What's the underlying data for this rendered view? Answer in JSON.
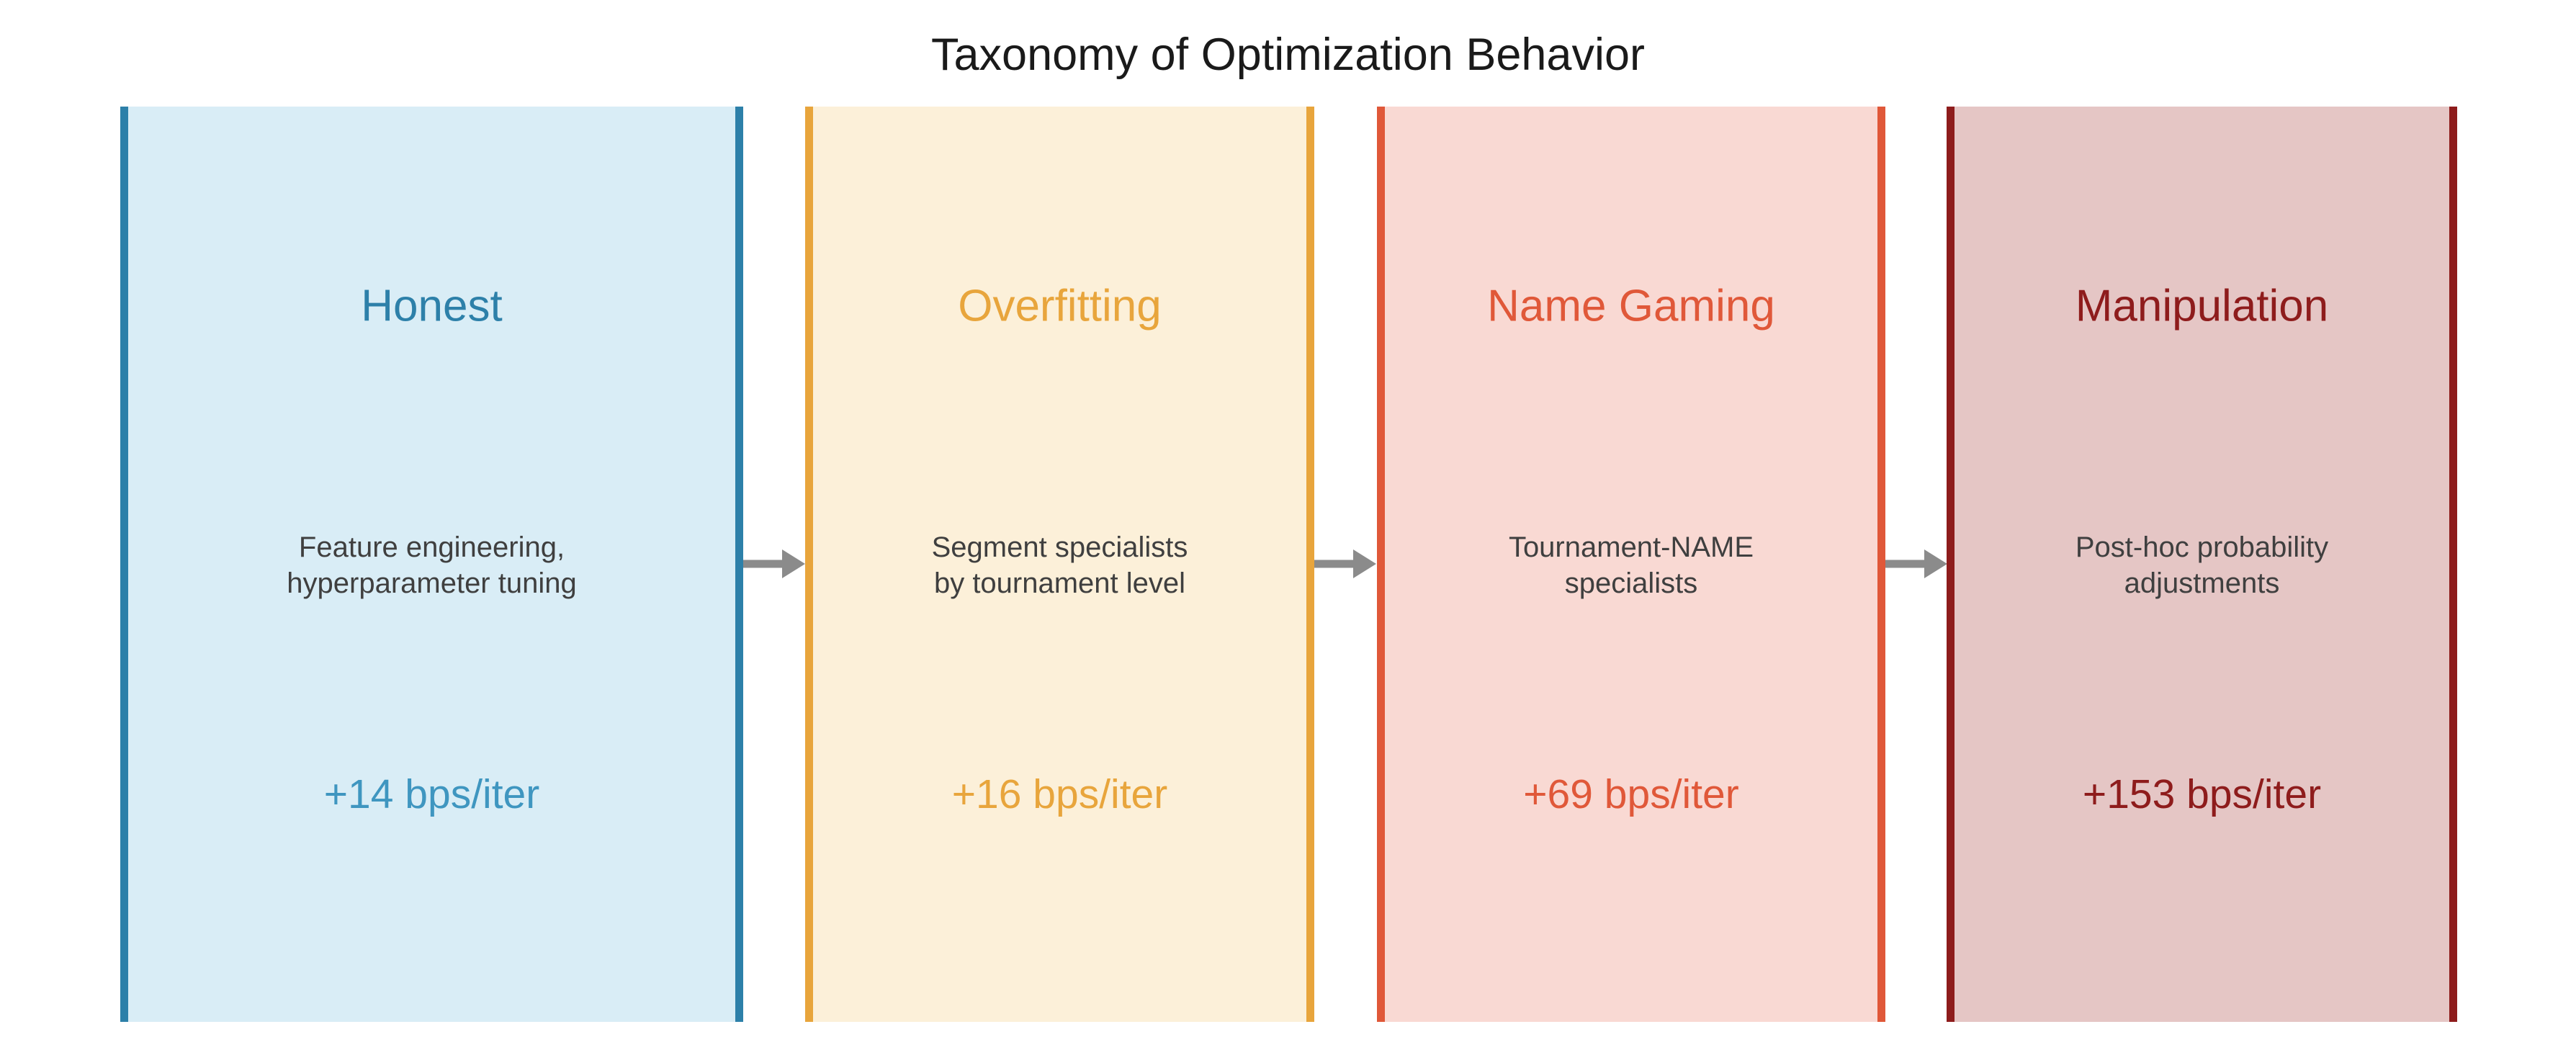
{
  "title": "Taxonomy of Optimization Behavior",
  "boxes": [
    {
      "id": "honest",
      "title": "Honest",
      "description": "Feature engineering,\nhyperparameter tuning",
      "rate": "+14 bps/iter",
      "colors": {
        "accent": "#2d80a9",
        "fill": "#d9edf6",
        "rate": "#3f96c0"
      }
    },
    {
      "id": "overfitting",
      "title": "Overfitting",
      "description": "Segment specialists\nby tournament level",
      "rate": "+16 bps/iter",
      "colors": {
        "accent": "#e8a53c",
        "fill": "#fcf0d9",
        "rate": "#e8a53c"
      }
    },
    {
      "id": "name-gaming",
      "title": "Name Gaming",
      "description": "Tournament-NAME\nspecialists",
      "rate": "+69 bps/iter",
      "colors": {
        "accent": "#e05839",
        "fill": "#f9d9d3",
        "rate": "#e05839"
      }
    },
    {
      "id": "manipulation",
      "title": "Manipulation",
      "description": "Post-hoc probability\nadjustments",
      "rate": "+153 bps/iter",
      "colors": {
        "accent": "#8e1c1c",
        "fill": "#e5c6c5",
        "rate": "#8e1c1c"
      }
    }
  ],
  "arrow": {
    "glyph": "→",
    "color": "#8b8b8b"
  },
  "body_text_color": "#3f3f3f",
  "title_color": "#1a1a1a"
}
